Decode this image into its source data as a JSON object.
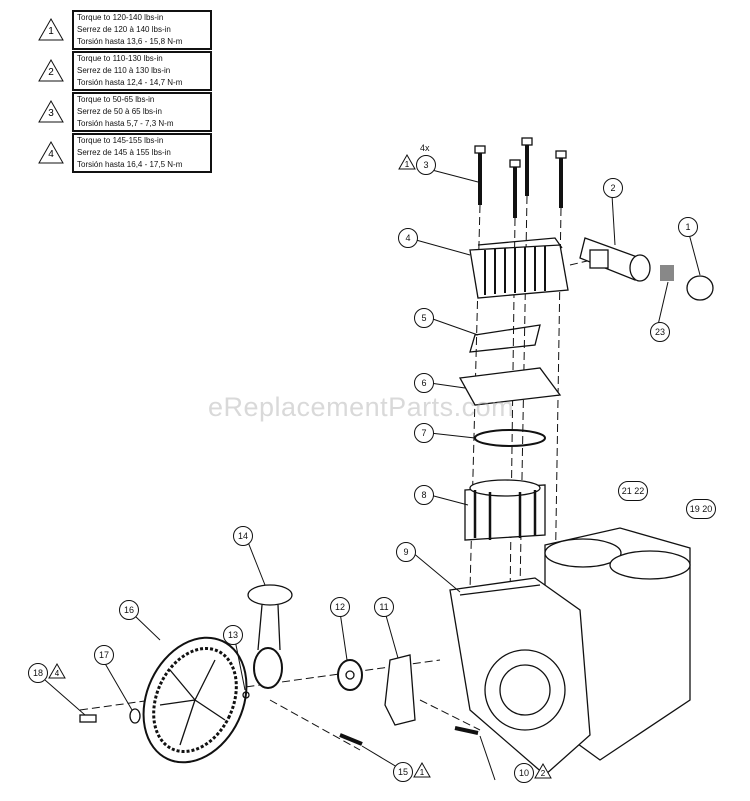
{
  "torque_legend": [
    {
      "symbol": "1",
      "lines": [
        "Torque to 120-140 lbs-in",
        "Serrez de 120 à 140 lbs-in",
        "Torsión hasta 13,6 - 15,8 N-m"
      ]
    },
    {
      "symbol": "2",
      "lines": [
        "Torque to 110-130 lbs-in",
        "Serrez de 110 à 130 lbs-in",
        "Torsión hasta 12,4 - 14,7 N-m"
      ]
    },
    {
      "symbol": "3",
      "lines": [
        "Torque to 50-65 lbs-in",
        "Serrez de 50 à 65 lbs-in",
        "Torsión hasta 5,7 - 7,3 N-m"
      ]
    },
    {
      "symbol": "4",
      "lines": [
        "Torque to 145-155 lbs-in",
        "Serrez de 145 à 155 lbs-in",
        "Torsión hasta 16,4 - 17,5 N-m"
      ]
    }
  ],
  "callouts": {
    "p1": "1",
    "p2": "2",
    "p3": "3",
    "p3_qty": "4x",
    "p3_torque": "1",
    "p4": "4",
    "p5": "5",
    "p6": "6",
    "p7": "7",
    "p8": "8",
    "p9": "9",
    "p10": "10",
    "p10_torque": "2",
    "p11": "11",
    "p12": "12",
    "p13": "13",
    "p14": "14",
    "p15": "15",
    "p15_torque": "1",
    "p16": "16",
    "p17": "17",
    "p18": "18",
    "p18_torque": "4",
    "p19_20": "19 20",
    "p21_22": "21 22",
    "p23": "23"
  },
  "watermark": "eReplacementParts.com"
}
